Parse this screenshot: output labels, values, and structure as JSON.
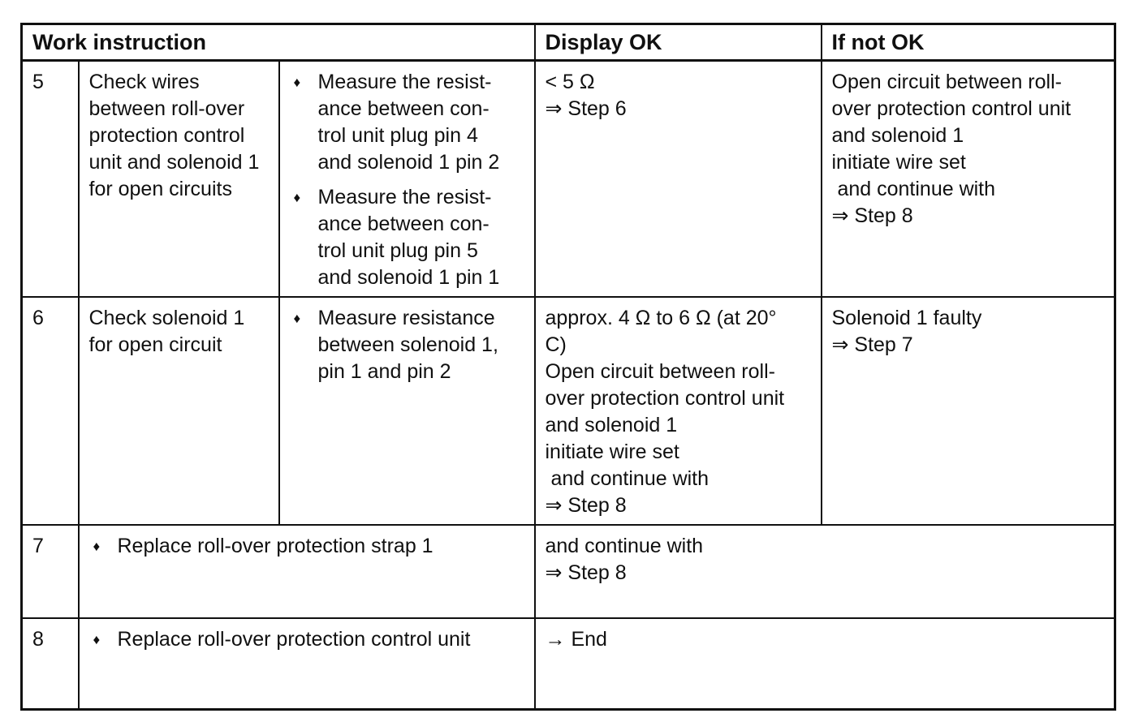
{
  "icons": {
    "bullet": "♦"
  },
  "table": {
    "headers": {
      "work_instruction": "Work instruction",
      "display_ok": "Display OK",
      "if_not_ok": "If not OK"
    },
    "rows": [
      {
        "step": "5",
        "task": "Check wires\nbetween roll-over\nprotection control\nunit and solenoid 1\nfor open circuits",
        "actions": [
          "Measure the resist-\nance between con-\ntrol unit plug pin 4\nand solenoid 1 pin 2",
          "Measure the resist-\nance between con-\ntrol unit plug pin 5\nand solenoid 1 pin 1"
        ],
        "display_ok": "< 5 Ω\n⇒ Step 6",
        "if_not_ok": "Open circuit between roll-\nover protection control unit\nand solenoid 1\ninitiate wire set\n and continue with\n⇒ Step 8"
      },
      {
        "step": "6",
        "task": "Check solenoid 1\nfor open circuit",
        "actions": [
          "Measure resistance\nbetween solenoid 1,\npin 1 and pin 2"
        ],
        "display_ok": "approx. 4 Ω to 6 Ω (at 20°\nC)\nOpen circuit between roll-\nover protection control unit\nand solenoid 1\ninitiate wire set\n and continue with\n⇒ Step 8",
        "if_not_ok": "Solenoid 1 faulty\n⇒ Step 7"
      },
      {
        "step": "7",
        "action": "Replace roll-over protection strap 1",
        "result": "and continue with\n⇒ Step 8"
      },
      {
        "step": "8",
        "action": "Replace roll-over protection control unit",
        "result": "→ End"
      }
    ]
  }
}
